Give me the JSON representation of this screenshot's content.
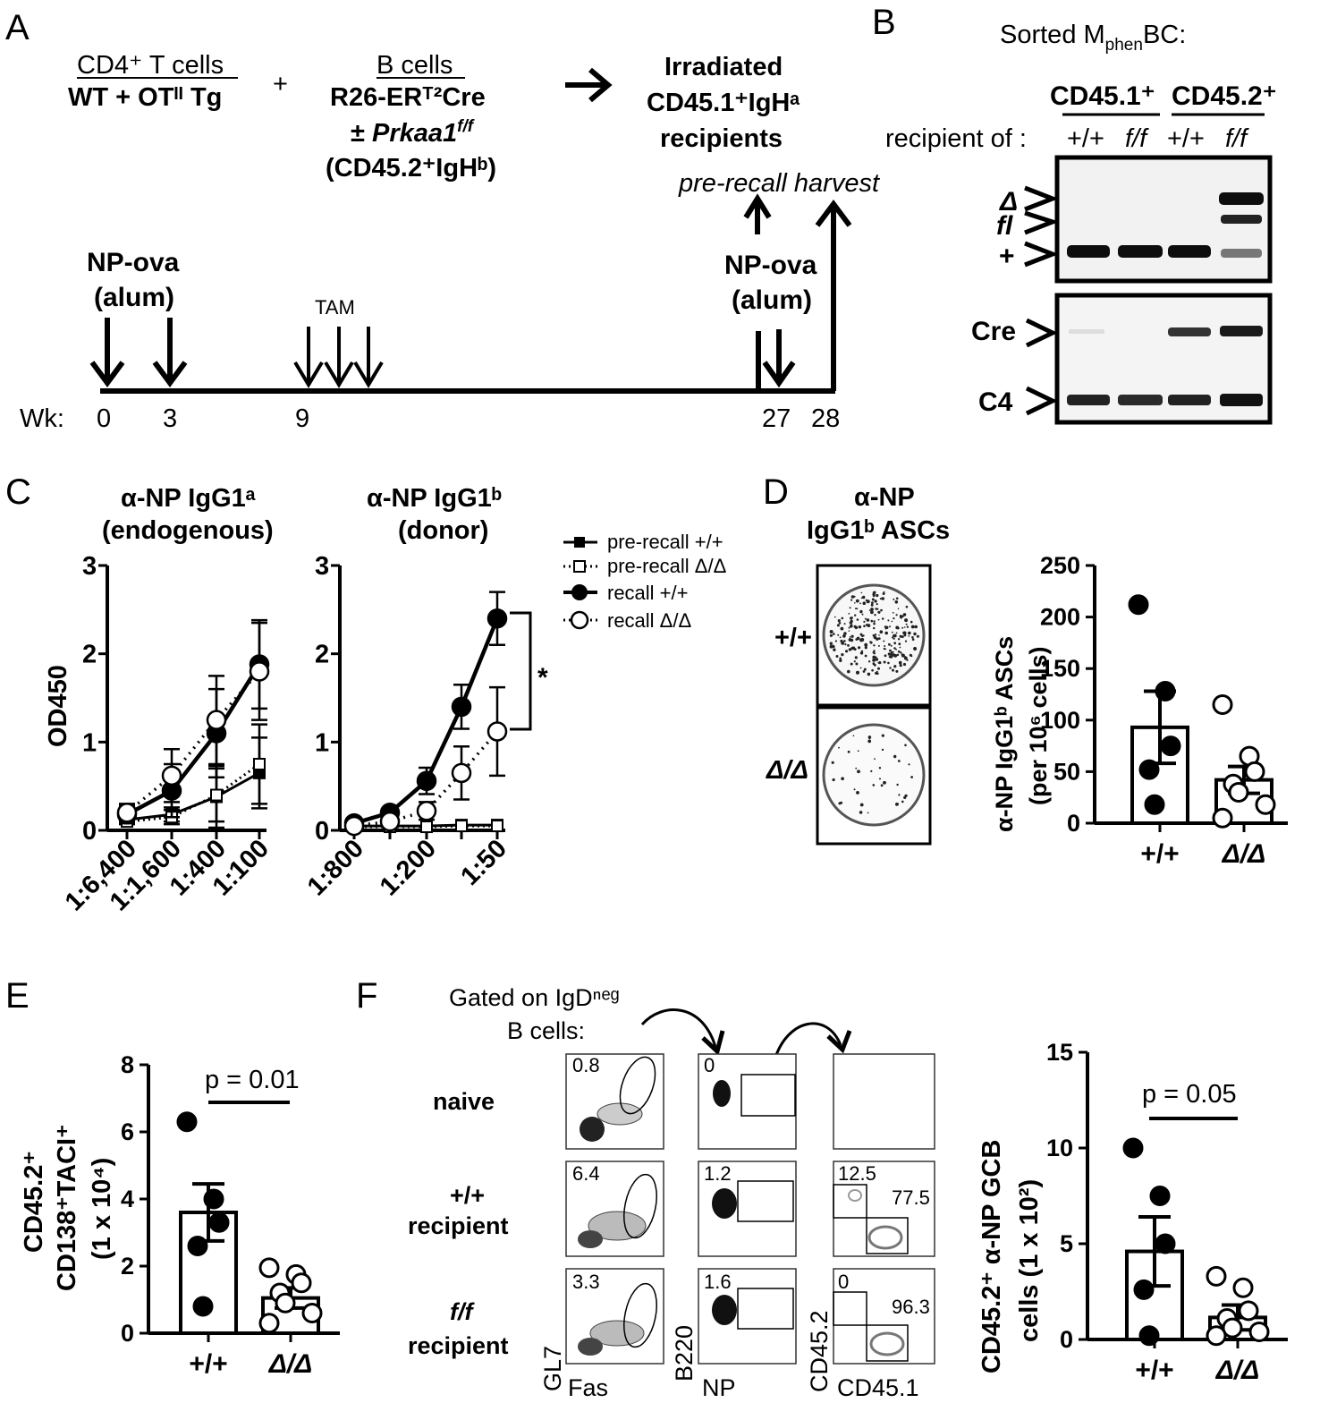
{
  "panel_labels": {
    "a": "A",
    "b": "B",
    "c": "C",
    "d": "D",
    "e": "E",
    "f": "F"
  },
  "panel_a": {
    "cd4_title": "CD4⁺ T cells",
    "cd4_sub": "WT + OTᴵᴵ Tg",
    "plus": "+",
    "bcell_title": "B cells",
    "bcell_line1": "R26-ERᵀ²Cre",
    "bcell_line2_a": "± ",
    "bcell_line2_b": "Prkaa1",
    "bcell_line2_c": "f/f",
    "bcell_line3": "(CD45.2⁺IgHᵇ)",
    "recipient_1": "Irradiated",
    "recipient_2": "CD45.1⁺IgHᵃ",
    "recipient_3": "recipients",
    "harvest": "pre-recall harvest",
    "npova_1": "NP-ova",
    "npova_2": "(alum)",
    "npova2_1": "NP-ova",
    "npova2_2": "(alum)",
    "tam": "TAM",
    "wk_label": "Wk:",
    "weeks": [
      "0",
      "3",
      "9",
      "27",
      "28"
    ]
  },
  "panel_b": {
    "title_a": "Sorted M",
    "title_sub": "phen",
    "title_b": "BC:",
    "group_1": "CD45.1⁺",
    "group_2": "CD45.2⁺",
    "recipient_of": "recipient of :",
    "lanes": [
      "+/+",
      "f/f",
      "+/+",
      "f/f"
    ],
    "band_delta": "Δ",
    "band_fl": "fl",
    "band_plus": "+",
    "band_cre": "Cre",
    "band_c4": "C4"
  },
  "panel_c_text": {
    "title1_a": "α-NP IgG1ᵃ",
    "title1_b": "(endogenous)",
    "title2_a": "α-NP IgG1ᵇ",
    "title2_b": "(donor)",
    "ylabel": "OD450",
    "sig": "*",
    "legend": [
      "pre-recall +/+",
      "pre-recall Δ/Δ",
      "recall +/+",
      "recall Δ/Δ"
    ]
  },
  "panel_d_text": {
    "title_1": "α-NP",
    "title_2": "IgG1ᵇ ASCs",
    "well_label_1": "+/+",
    "well_label_2": "Δ/Δ",
    "ylabel_1": "α-NP IgG1ᵇ ASCs",
    "ylabel_2": "(per 10⁶ cells)"
  },
  "panel_e_text": {
    "ylabel_1": "CD45.2⁺",
    "ylabel_2": "CD138⁺TACI⁺",
    "ylabel_3": "(1 x 10⁴)",
    "pvalue": "p = 0.01"
  },
  "panel_f": {
    "gated_1": "Gated on IgDⁿᵉᵍ",
    "gated_2": "B cells:",
    "row_labels": [
      "naive",
      "+/+",
      "recipient",
      "f/f",
      "recipient"
    ],
    "gate_values": {
      "naive": [
        "0.8",
        "0",
        ""
      ],
      "wt": [
        "6.4",
        "1.2",
        "12.5",
        "77.5"
      ],
      "ff": [
        "3.3",
        "1.6",
        "0",
        "96.3"
      ]
    },
    "axis_labels": {
      "gl7": "GL7",
      "fas": "Fas",
      "b220": "B220",
      "np": "NP",
      "cd452": "CD45.2",
      "cd451": "CD45.1"
    },
    "ylabel_1": "CD45.2⁺ α-NP GCB",
    "ylabel_2": "cells (1 x 10²)",
    "pvalue": "p = 0.05"
  },
  "chart_data": [
    {
      "id": "c_endogenous",
      "type": "line",
      "title": "α-NP IgG1ᵃ (endogenous)",
      "ylabel": "OD450",
      "categories": [
        "1:6,400",
        "1:1,600",
        "1:400",
        "1:100"
      ],
      "ylim": [
        0,
        3
      ],
      "yticks": [
        "0",
        "1",
        "2",
        "3"
      ],
      "series": [
        {
          "name": "pre-recall +/+",
          "values": [
            0.12,
            0.18,
            0.38,
            0.65
          ],
          "err": [
            0.03,
            0.08,
            0.35,
            0.4
          ]
        },
        {
          "name": "pre-recall Δ/Δ",
          "values": [
            0.1,
            0.15,
            0.4,
            0.75
          ],
          "err": [
            0.03,
            0.08,
            0.3,
            0.45
          ]
        },
        {
          "name": "recall +/+",
          "values": [
            0.18,
            0.45,
            1.1,
            1.88
          ],
          "err": [
            0.1,
            0.3,
            0.5,
            0.5
          ]
        },
        {
          "name": "recall Δ/Δ",
          "values": [
            0.2,
            0.62,
            1.25,
            1.8
          ],
          "err": [
            0.1,
            0.3,
            0.5,
            0.55
          ]
        }
      ]
    },
    {
      "id": "c_donor",
      "type": "line",
      "title": "α-NP IgG1ᵇ (donor)",
      "categories": [
        "1:800",
        "",
        "1:200",
        "",
        "1:50"
      ],
      "ylim": [
        0,
        3
      ],
      "yticks": [
        "0",
        "1",
        "2",
        "3"
      ],
      "series": [
        {
          "name": "pre-recall +/+",
          "values": [
            0.05,
            0.05,
            0.05,
            0.06,
            0.06
          ],
          "err": [
            0.01,
            0.01,
            0.01,
            0.01,
            0.01
          ]
        },
        {
          "name": "pre-recall Δ/Δ",
          "values": [
            0.04,
            0.04,
            0.04,
            0.05,
            0.05
          ],
          "err": [
            0.01,
            0.01,
            0.01,
            0.01,
            0.01
          ]
        },
        {
          "name": "recall +/+",
          "values": [
            0.08,
            0.2,
            0.56,
            1.4,
            2.4
          ],
          "err": [
            0.02,
            0.05,
            0.15,
            0.25,
            0.3
          ]
        },
        {
          "name": "recall Δ/Δ",
          "values": [
            0.05,
            0.1,
            0.22,
            0.65,
            1.12
          ],
          "err": [
            0.02,
            0.04,
            0.1,
            0.3,
            0.5
          ]
        }
      ]
    },
    {
      "id": "d_asc",
      "type": "bar",
      "categories": [
        "+/+",
        "Δ/Δ"
      ],
      "values": [
        93,
        42
      ],
      "sem": [
        35,
        13
      ],
      "points": [
        [
          212,
          128,
          75,
          52,
          18
        ],
        [
          115,
          65,
          50,
          38,
          30,
          18,
          5
        ]
      ],
      "ylim": [
        0,
        250
      ],
      "yticks": [
        "0",
        "50",
        "100",
        "150",
        "200",
        "250"
      ]
    },
    {
      "id": "e_cd138",
      "type": "bar",
      "categories": [
        "+/+",
        "Δ/Δ"
      ],
      "values": [
        3.6,
        1.05
      ],
      "sem": [
        0.85,
        0.3
      ],
      "points": [
        [
          6.3,
          4.0,
          3.3,
          2.6,
          0.8
        ],
        [
          1.95,
          1.75,
          1.5,
          1.2,
          0.9,
          0.6,
          0.3
        ]
      ],
      "ylim": [
        0,
        8
      ],
      "yticks": [
        "0",
        "2",
        "4",
        "6",
        "8"
      ]
    },
    {
      "id": "f_gcb",
      "type": "bar",
      "categories": [
        "+/+",
        "Δ/Δ"
      ],
      "values": [
        4.6,
        1.15
      ],
      "sem": [
        1.8,
        0.65
      ],
      "points": [
        [
          10.0,
          7.5,
          5.0,
          2.6,
          0.2
        ],
        [
          3.3,
          2.7,
          1.5,
          1.1,
          0.6,
          0.4,
          0.2
        ]
      ],
      "ylim": [
        0,
        15
      ],
      "yticks": [
        "0",
        "5",
        "10",
        "15"
      ]
    }
  ]
}
